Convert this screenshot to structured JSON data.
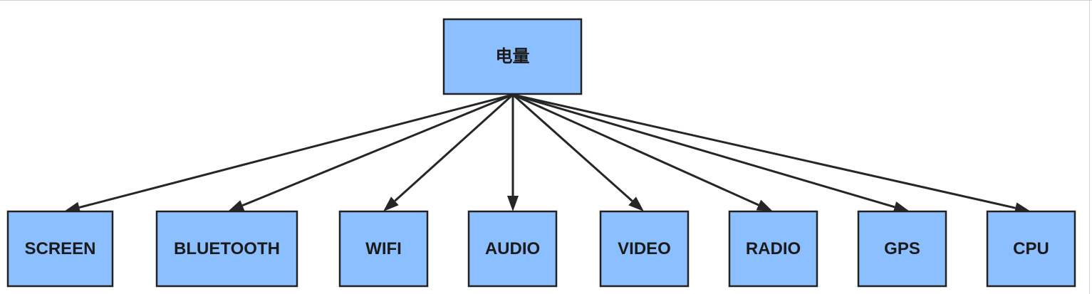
{
  "diagram": {
    "root": {
      "id": "root",
      "label": "电量"
    },
    "children": [
      {
        "id": "screen",
        "label": "SCREEN"
      },
      {
        "id": "bluetooth",
        "label": "BLUETOOTH"
      },
      {
        "id": "wifi",
        "label": "WIFI"
      },
      {
        "id": "audio",
        "label": "AUDIO"
      },
      {
        "id": "video",
        "label": "VIDEO"
      },
      {
        "id": "radio",
        "label": "RADIO"
      },
      {
        "id": "gps",
        "label": "GPS"
      },
      {
        "id": "cpu",
        "label": "CPU"
      }
    ],
    "edges": [
      {
        "from": "root",
        "to": "screen"
      },
      {
        "from": "root",
        "to": "bluetooth"
      },
      {
        "from": "root",
        "to": "wifi"
      },
      {
        "from": "root",
        "to": "audio"
      },
      {
        "from": "root",
        "to": "video"
      },
      {
        "from": "root",
        "to": "radio"
      },
      {
        "from": "root",
        "to": "gps"
      },
      {
        "from": "root",
        "to": "cpu"
      }
    ],
    "colors": {
      "node_fill": "#8cbfff",
      "node_stroke": "#222222",
      "edge": "#262626",
      "text": "#1a1a1a"
    }
  }
}
